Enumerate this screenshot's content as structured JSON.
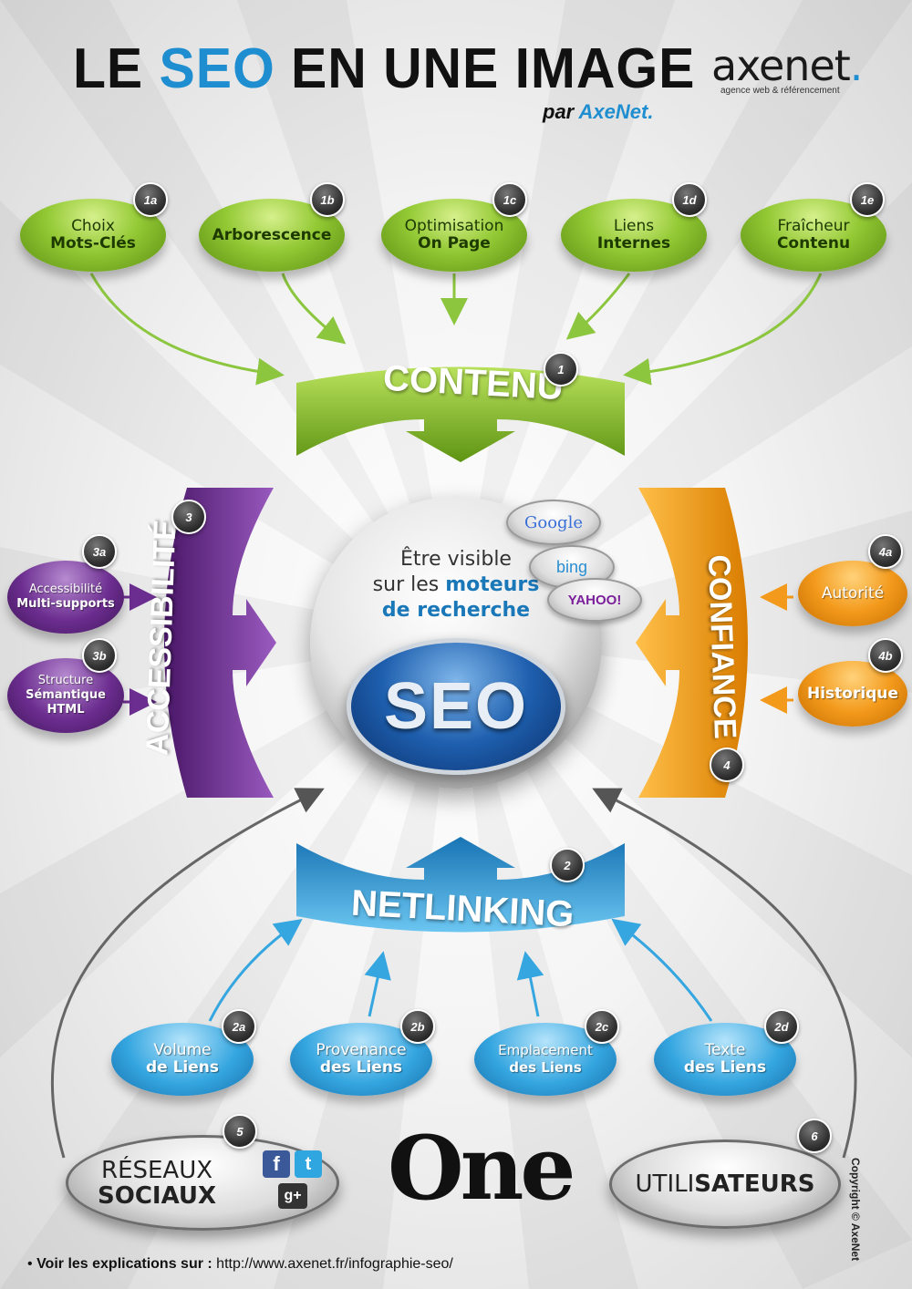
{
  "header": {
    "title_part1": "LE ",
    "title_seo": "SEO",
    "title_part2": " EN UNE IMAGE",
    "by": "par ",
    "by_brand": "AxeNet.",
    "logo_word": "axenet",
    "logo_dot": ".",
    "logo_tagline": "agence web & référencement"
  },
  "contenu": {
    "label": "CONTENU",
    "badge": "1",
    "items": [
      {
        "badge": "1a",
        "line1": "Choix",
        "line2": "Mots-Clés"
      },
      {
        "badge": "1b",
        "line1": "",
        "line2": "Arborescence"
      },
      {
        "badge": "1c",
        "line1": "Optimisation",
        "line2": "On Page"
      },
      {
        "badge": "1d",
        "line1": "Liens",
        "line2": "Internes"
      },
      {
        "badge": "1e",
        "line1": "Fraîcheur",
        "line2": "Contenu"
      }
    ]
  },
  "accessibilite": {
    "label": "ACCESSIBILITÉ",
    "badge": "3",
    "items": [
      {
        "badge": "3a",
        "line1": "Accessibilité",
        "line2": "Multi-supports",
        "line3": ""
      },
      {
        "badge": "3b",
        "line1": "Structure",
        "line2": "Sémantique",
        "line3": "HTML"
      }
    ]
  },
  "confiance": {
    "label": "CONFIANCE",
    "badge": "4",
    "items": [
      {
        "badge": "4a",
        "line1": "Autorité"
      },
      {
        "badge": "4b",
        "line1": "Historique"
      }
    ]
  },
  "center": {
    "line1": "Être visible",
    "line2_pre": "sur les ",
    "line2_hl": "moteurs",
    "line3": "de recherche",
    "seo": "SEO",
    "engines": [
      "Google",
      "bing",
      "YAHOO!"
    ]
  },
  "netlinking": {
    "label": "NETLINKING",
    "badge": "2",
    "items": [
      {
        "badge": "2a",
        "line1": "Volume",
        "line2": "de Liens"
      },
      {
        "badge": "2b",
        "line1": "Provenance",
        "line2": "des Liens"
      },
      {
        "badge": "2c",
        "line1": "Emplacement",
        "line2": "des Liens"
      },
      {
        "badge": "2d",
        "line1": "Texte",
        "line2": "des Liens"
      }
    ]
  },
  "bottom": {
    "social_badge": "5",
    "social_line1": "RÉSEAUX",
    "social_line2": "SOCIAUX",
    "users_badge": "6",
    "users_pre": "UTILI",
    "users_bold": "SATEURS",
    "one_logo": "One",
    "social_icons": [
      "f",
      "t",
      "g+"
    ]
  },
  "footer": {
    "bullet": "•",
    "label": "Voir les explications sur :",
    "url": "http://www.axenet.fr/infographie-seo/",
    "copyright": "Copyright © AxeNet"
  },
  "colors": {
    "green": "#8cc63f",
    "purple": "#6b2d8f",
    "orange": "#f39a1c",
    "blue": "#35a6e0",
    "seo_blue": "#1e8ed0"
  }
}
